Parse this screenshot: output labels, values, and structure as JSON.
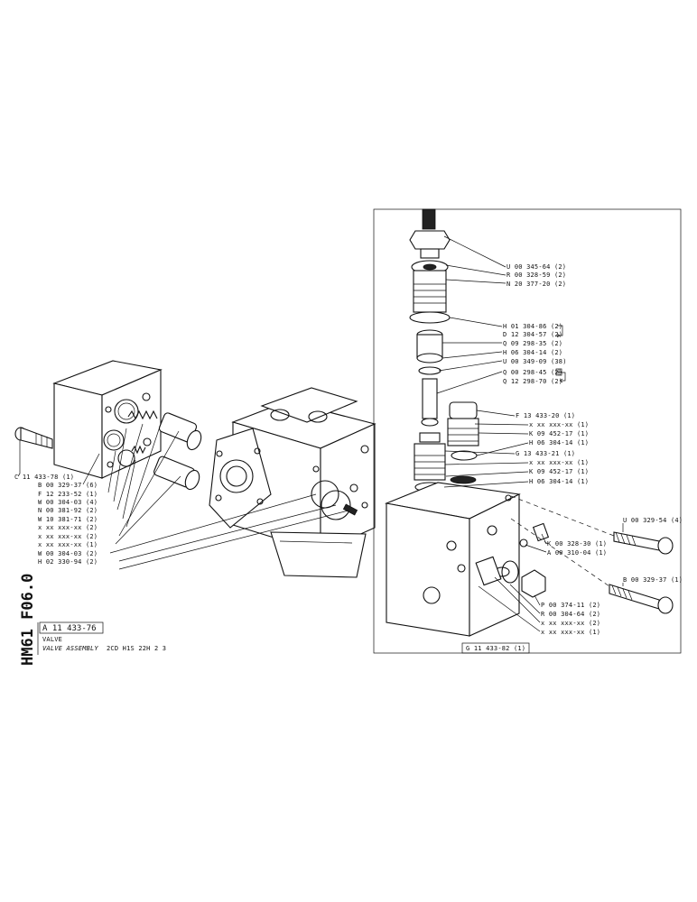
{
  "drawing_code": "HM61 F06.0",
  "title_block": {
    "part_number": "A 11 433-76",
    "line1": "VALVE",
    "line2": "VALVE ASSEMBLY",
    "line2_suffix": "2CD H1S  22H  2 3"
  },
  "left_callouts": [
    "C 11 433-78 (1)",
    "B 00 329-37 (6)",
    "F 12 233-52 (1)",
    "W 00 304-03 (4)",
    "N 00 381-92 (2)",
    "W 10 381-71 (2)",
    "x xx xxx-xx (2)",
    "x xx xxx-xx (2)",
    "x xx xxx-xx (1)",
    "W 00 304-03 (2)",
    "H 02 330-94 (2)"
  ],
  "right_top_callouts": [
    "U 00 345-64 (2)",
    "R 00 328-59 (2)",
    "N 20 377-20 (2)",
    "H 01 304-86 (2)",
    "D 12 304-57 (2)",
    "Q 09 298-35 (2)",
    "H 06 304-14 (2)",
    "U 00 349-09 (38)",
    "Q 00 298-45 (2)",
    "Q 12 298-70 (2)"
  ],
  "right_mid_callouts": [
    "F 13 433-20 (1)",
    "x xx xxx-xx (1)",
    "K 09 452-17 (1)",
    "H 06 304-14 (1)",
    "G 13 433-21 (1)",
    "x xx xxx-xx (1)",
    "K 09 452-17 (1)",
    "H 06 304-14 (1)"
  ],
  "right_low_callouts": [
    "K 00 328-30 (1)",
    "A 00 310-04 (1)"
  ],
  "right_bottom_callouts": [
    "P 00 374-11 (2)",
    "R 00 304-64 (2)",
    "x xx xxx-xx (2)",
    "x xx xxx-xx (1)"
  ],
  "bolt_callouts": [
    "U 00 329-54 (4)",
    "B 00 329-37 (1)"
  ],
  "subassembly_label": "G 11 433-82 (1)"
}
